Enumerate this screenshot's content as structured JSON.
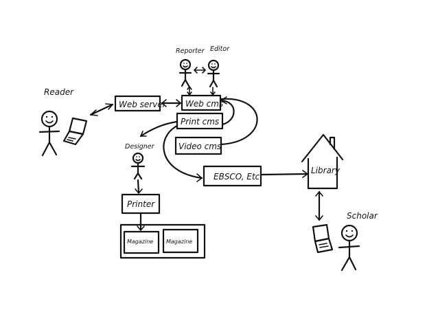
{
  "colors": {
    "ink": "#111111",
    "paper": "#ffffff"
  },
  "people": {
    "reader": "Reader",
    "reporter": "Reporter",
    "editor": "Editor",
    "designer": "Designer",
    "scholar": "Scholar"
  },
  "systems": {
    "web_server": "Web server",
    "web_cms": "Web cms",
    "print_cms": "Print cms",
    "video_cms": "Video cms",
    "ebsco": "EBSCO, Etc",
    "library": "Library",
    "printer": "Printer",
    "magazine_1": "Magazine",
    "magazine_2": "Magazine"
  },
  "icons": {
    "laptop": "laptop-icon",
    "stick_figure": "stick-figure-icon",
    "house": "library-house-icon"
  }
}
